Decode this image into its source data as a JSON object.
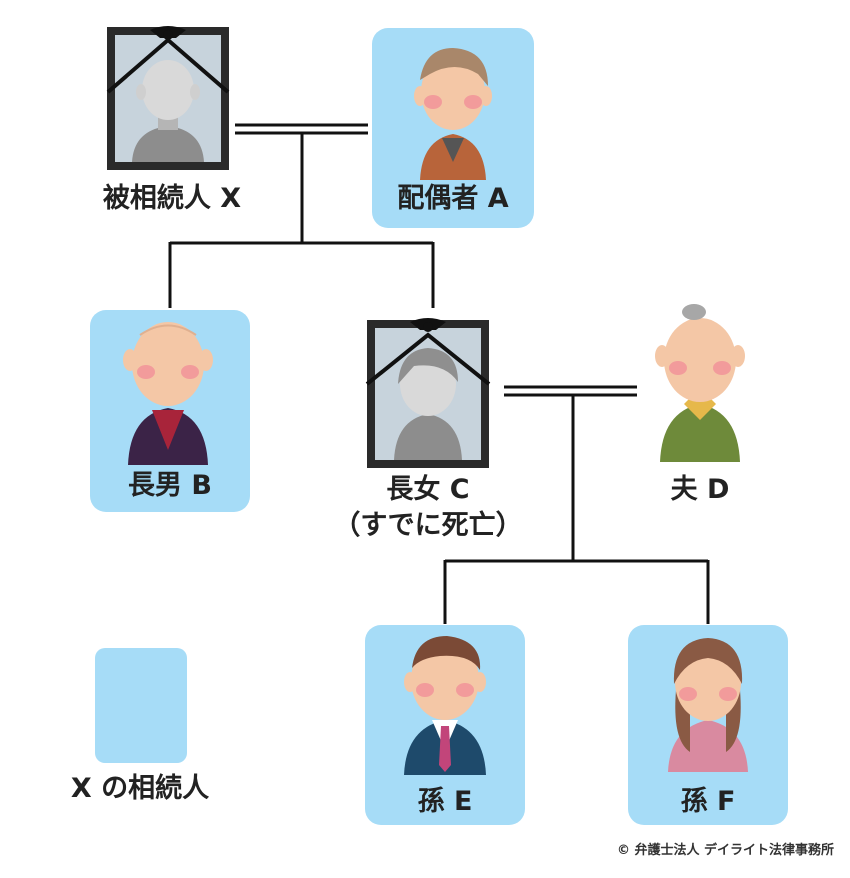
{
  "colors": {
    "heir_box": "#a6dcf7",
    "frame": "#2a2a2a",
    "skin": "#f4c7a6",
    "cheek": "#f29b9b"
  },
  "people": {
    "decedent_x": {
      "label": "被相続人 X"
    },
    "spouse_a": {
      "label": "配偶者 A"
    },
    "son_b": {
      "label": "長男 B"
    },
    "daughter_c": {
      "label": "長女 C",
      "note": "（すでに死亡）"
    },
    "husband_d": {
      "label": "夫 D"
    },
    "grandchild_e": {
      "label": "孫 E"
    },
    "grandchild_f": {
      "label": "孫 F"
    }
  },
  "legend": {
    "label": "X の相続人"
  },
  "copyright": "© 弁護士法人 デイライト法律事務所"
}
